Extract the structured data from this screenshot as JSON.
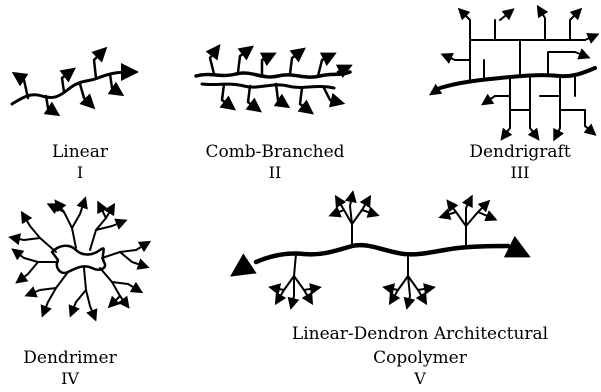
{
  "architectures": [
    {
      "name": "Linear",
      "numeral": "I"
    },
    {
      "name": "Comb-Branched",
      "numeral": "II"
    },
    {
      "name": "Dendrigraft",
      "numeral": "III"
    },
    {
      "name": "Dendrimer",
      "numeral": "IV"
    },
    {
      "name": "Linear-Dendron Architectural",
      "name2": "Copolymer",
      "numeral": "V"
    }
  ],
  "colors": {
    "ink": "#000000",
    "background": "#ffffff"
  }
}
